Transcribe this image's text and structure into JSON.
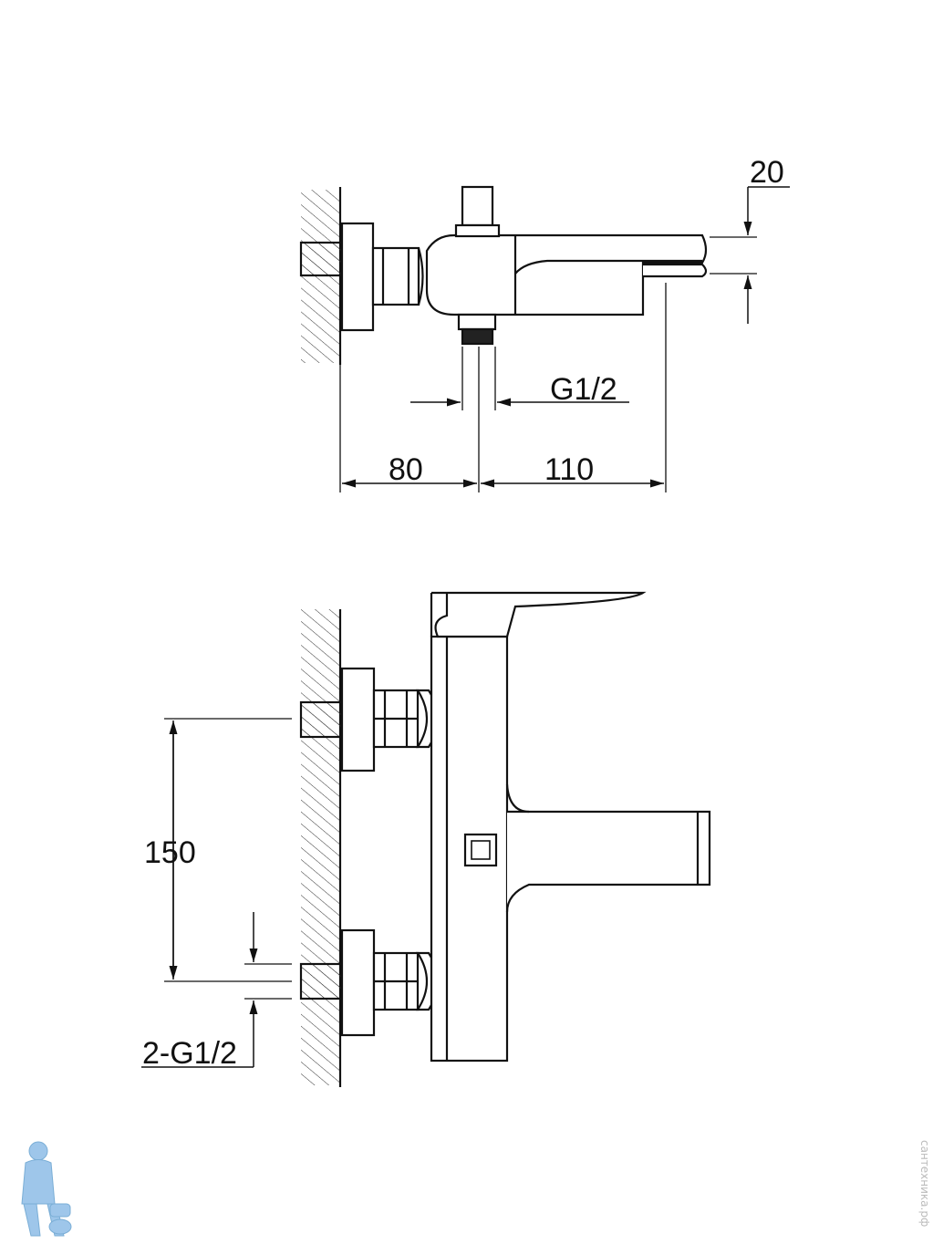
{
  "top_view": {
    "dim_height": "20",
    "dim_thread": "G1/2",
    "dim_wall_to_center": "80",
    "dim_center_to_spout": "110"
  },
  "front_view": {
    "dim_inlet_spacing": "150",
    "dim_inlet_thread": "2-G1/2"
  },
  "watermark": {
    "text": "сантехника.рф",
    "mascot_icon": "plumber-mascot-icon"
  },
  "colors": {
    "line": "#111111",
    "mascot": "#9ec6ea"
  }
}
